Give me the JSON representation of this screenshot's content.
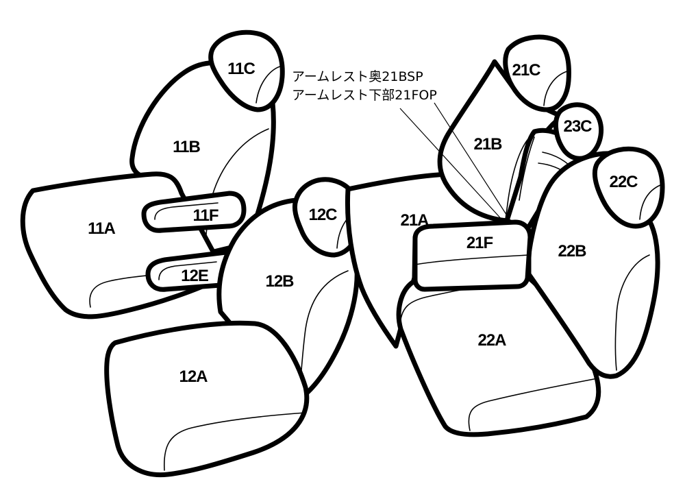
{
  "labels": {
    "p11A": "11A",
    "p11B": "11B",
    "p11C": "11C",
    "p11F": "11F",
    "p12A": "12A",
    "p12B": "12B",
    "p12C": "12C",
    "p12E": "12E",
    "p21A": "21A",
    "p21B": "21B",
    "p21C": "21C",
    "p21F": "21F",
    "p22A": "22A",
    "p22B": "22B",
    "p22C": "22C",
    "p23C": "23C"
  },
  "annotations": {
    "line1": "アームレスト奥21BSP",
    "line2": "アームレスト下部21FOP"
  }
}
